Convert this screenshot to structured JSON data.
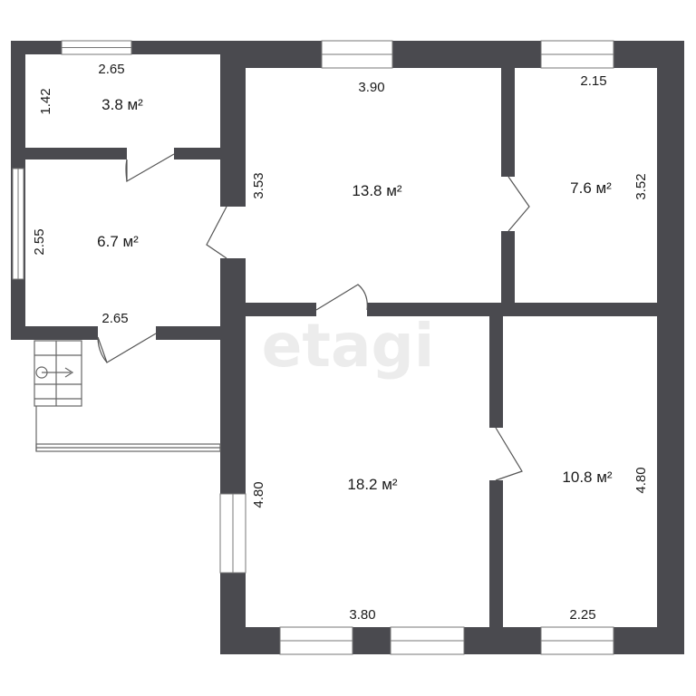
{
  "watermark": "etagi",
  "colors": {
    "wall": "#4a4a4f",
    "background": "#ffffff",
    "window": "#ffffff",
    "line": "#777777"
  },
  "rooms": [
    {
      "id": "storage",
      "area": "3.8 м²",
      "width": "2.65",
      "height": "1.42"
    },
    {
      "id": "hall",
      "area": "6.7 м²",
      "width": "2.65",
      "height": "2.55"
    },
    {
      "id": "room-center",
      "area": "13.8 м²",
      "width": "3.90",
      "height": "3.53"
    },
    {
      "id": "room-right",
      "area": "7.6 м²",
      "width": "2.15",
      "height": "3.52"
    },
    {
      "id": "living",
      "area": "18.2 м²",
      "width": "3.80",
      "height": "4.80"
    },
    {
      "id": "bedroom",
      "area": "10.8 м²",
      "width": "2.25",
      "height": "4.80"
    }
  ]
}
